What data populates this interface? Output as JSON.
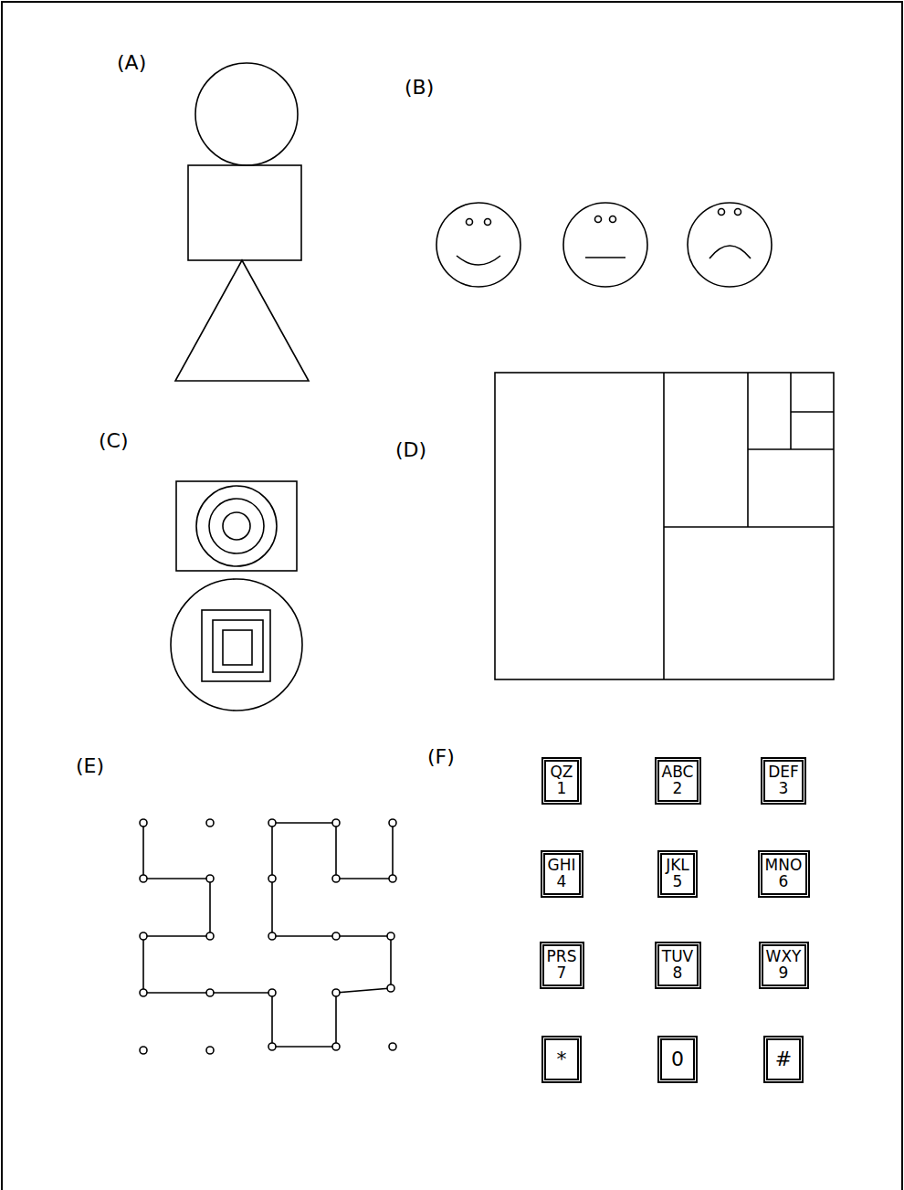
{
  "diagram": {
    "nodes": [
      {
        "text": [
          "QZ",
          "1"
        ]
      },
      {
        "text": [
          "ABC",
          "2"
        ]
      },
      {
        "text": [
          "DEF",
          "3"
        ]
      },
      {
        "text": [
          "GHI",
          "4"
        ]
      },
      {
        "text": [
          "JKL",
          "5"
        ]
      },
      {
        "text": [
          "MNO",
          "6"
        ]
      },
      {
        "text": [
          "PRS",
          "7"
        ]
      },
      {
        "text": [
          "TUV",
          "8"
        ]
      },
      {
        "text": [
          "WXY",
          "9"
        ]
      },
      {
        "text": [
          "*"
        ]
      },
      {
        "text": [
          "0"
        ]
      },
      {
        "text": [
          "#"
        ]
      }
    ],
    "labels": [
      "(A)",
      "(B)",
      "(C)",
      "(D)",
      "(E)",
      "(F)"
    ]
  }
}
